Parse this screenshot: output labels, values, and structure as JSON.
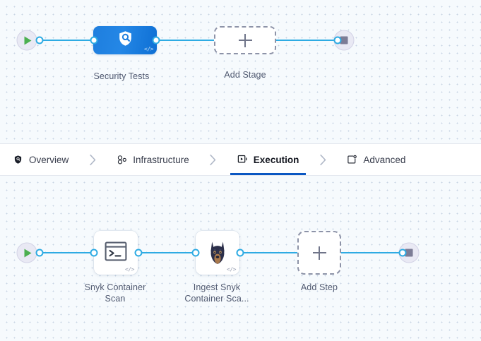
{
  "theme": {
    "canvas_bg": "#f6fafd",
    "dot_color": "#c8d4e4",
    "edge_color": "#2eabe3",
    "stage_blue": "#1e7ede",
    "active_tab_underline": "#0b57c2",
    "start_icon_green": "#4caf50",
    "stop_icon_gray": "#7c7c96",
    "terminal_bg": "#e9e9f4",
    "label_color": "#515a71"
  },
  "stage_graph": {
    "name": "stage-pipeline-graph",
    "start_node": {
      "icon": "play-icon",
      "label": ""
    },
    "end_node": {
      "icon": "stop-icon",
      "label": ""
    },
    "nodes": [
      {
        "id": "security-tests",
        "label": "Security Tests",
        "type": "stage",
        "icon": "shield-search-icon",
        "badge": "</>"
      },
      {
        "id": "add-stage",
        "label": "Add Stage",
        "type": "add-placeholder",
        "icon": "plus-icon",
        "badge": ""
      }
    ]
  },
  "tabs": {
    "name": "pipeline-section-tabs",
    "separator": "›",
    "items": [
      {
        "id": "overview",
        "label": "Overview",
        "icon": "shield-icon",
        "active": false
      },
      {
        "id": "infrastructure",
        "label": "Infrastructure",
        "icon": "infrastructure-nodes-icon",
        "active": false
      },
      {
        "id": "execution",
        "label": "Execution",
        "icon": "execution-play-box-icon",
        "active": true
      },
      {
        "id": "advanced",
        "label": "Advanced",
        "icon": "advanced-gear-box-icon",
        "active": false
      }
    ]
  },
  "step_graph": {
    "name": "execution-steps-graph",
    "start_node": {
      "icon": "play-icon",
      "label": ""
    },
    "end_node": {
      "icon": "stop-icon",
      "label": ""
    },
    "nodes": [
      {
        "id": "snyk-container-scan",
        "label": "Snyk Container\nScan",
        "type": "step",
        "icon": "terminal-icon",
        "badge": "</>"
      },
      {
        "id": "ingest-snyk-container-scan",
        "label": "Ingest Snyk\nContainer Sca...",
        "type": "step",
        "icon": "snyk-dog-icon",
        "badge": "</>"
      },
      {
        "id": "add-step",
        "label": "Add Step",
        "type": "add-placeholder",
        "icon": "plus-icon",
        "badge": ""
      }
    ]
  }
}
